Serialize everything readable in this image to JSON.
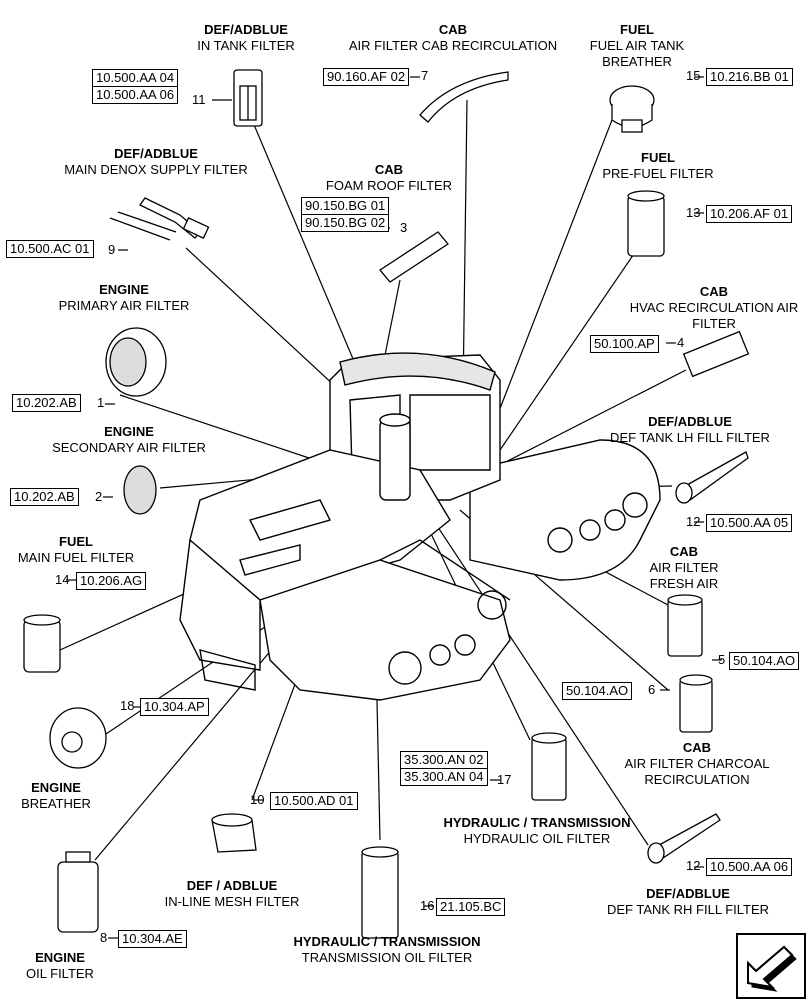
{
  "parts": [
    {
      "id": "p11",
      "cat": "DEF/ADBLUE",
      "name": "IN TANK FILTER",
      "num": "11",
      "refs": [
        "10.500.AA 04",
        "10.500.AA 06"
      ]
    },
    {
      "id": "p7",
      "cat": "CAB",
      "name": "AIR FILTER CAB RECIRCULATION",
      "num": "7",
      "refs": [
        "90.160.AF 02"
      ]
    },
    {
      "id": "p15",
      "cat": "FUEL",
      "name": "FUEL AIR TANK BREATHER",
      "num": "15",
      "refs": [
        "10.216.BB 01"
      ]
    },
    {
      "id": "p9",
      "cat": "DEF/ADBLUE",
      "name": "MAIN DENOX SUPPLY FILTER",
      "num": "9",
      "refs": [
        "10.500.AC 01"
      ]
    },
    {
      "id": "p3",
      "cat": "CAB",
      "name": "FOAM ROOF FILTER",
      "num": "3",
      "refs": [
        "90.150.BG 01",
        "90.150.BG 02"
      ]
    },
    {
      "id": "p13",
      "cat": "FUEL",
      "name": "PRE-FUEL FILTER",
      "num": "13",
      "refs": [
        "10.206.AF 01"
      ]
    },
    {
      "id": "p1",
      "cat": "ENGINE",
      "name": "PRIMARY AIR FILTER",
      "num": "1",
      "refs": [
        "10.202.AB"
      ]
    },
    {
      "id": "p4",
      "cat": "CAB",
      "name": "HVAC RECIRCULATION AIR FILTER",
      "num": "4",
      "refs": [
        "50.100.AP"
      ]
    },
    {
      "id": "p2",
      "cat": "ENGINE",
      "name": "SECONDARY AIR FILTER",
      "num": "2",
      "refs": [
        "10.202.AB"
      ]
    },
    {
      "id": "p12a",
      "cat": "DEF/ADBLUE",
      "name": "DEF TANK LH FILL FILTER",
      "num": "12",
      "refs": [
        "10.500.AA 05"
      ]
    },
    {
      "id": "p14",
      "cat": "FUEL",
      "name": "MAIN FUEL FILTER",
      "num": "14",
      "refs": [
        "10.206.AG"
      ]
    },
    {
      "id": "p5",
      "cat": "CAB",
      "name": "AIR FILTER FRESH AIR",
      "num": "5",
      "refs": [
        "50.104.AO"
      ]
    },
    {
      "id": "p18",
      "cat": "ENGINE",
      "name": "BREATHER",
      "num": "18",
      "refs": [
        "10.304.AP"
      ]
    },
    {
      "id": "p6",
      "cat": "CAB",
      "name": "AIR FILTER CHARCOAL RECIRCULATION",
      "num": "6",
      "refs": [
        "50.104.AO"
      ]
    },
    {
      "id": "p17",
      "cat": "HYDRAULIC / TRANSMISSION",
      "name": "HYDRAULIC OIL FILTER",
      "num": "17",
      "refs": [
        "35.300.AN 02",
        "35.300.AN 04"
      ]
    },
    {
      "id": "p10",
      "cat": "DEF / ADBLUE",
      "name": "IN-LINE MESH FILTER",
      "num": "10",
      "refs": [
        "10.500.AD 01"
      ]
    },
    {
      "id": "p12b",
      "cat": "DEF/ADBLUE",
      "name": "DEF TANK RH FILL FILTER",
      "num": "12",
      "refs": [
        "10.500.AA 06"
      ]
    },
    {
      "id": "p8",
      "cat": "ENGINE",
      "name": "OIL FILTER",
      "num": "8",
      "refs": [
        "10.304.AE"
      ]
    },
    {
      "id": "p16",
      "cat": "HYDRAULIC / TRANSMISSION",
      "name": "TRANSMISSION OIL FILTER",
      "num": "16",
      "refs": [
        "21.105.BC"
      ]
    }
  ]
}
